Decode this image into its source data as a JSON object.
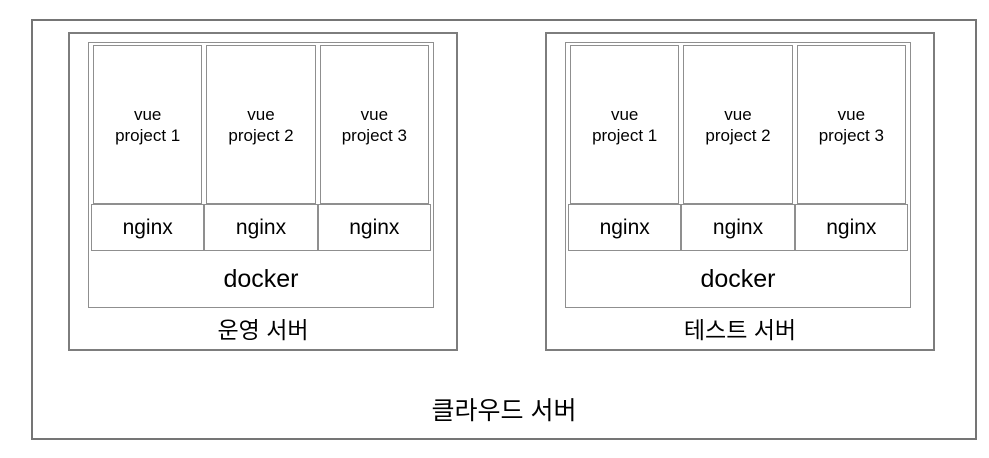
{
  "cloud": {
    "label": "클라우드 서버",
    "servers": [
      {
        "label": "운영 서버",
        "docker": {
          "label": "docker",
          "stacks": [
            {
              "app_line1": "vue",
              "app_line2": "project 1",
              "web": "nginx"
            },
            {
              "app_line1": "vue",
              "app_line2": "project 2",
              "web": "nginx"
            },
            {
              "app_line1": "vue",
              "app_line2": "project 3",
              "web": "nginx"
            }
          ]
        }
      },
      {
        "label": "테스트 서버",
        "docker": {
          "label": "docker",
          "stacks": [
            {
              "app_line1": "vue",
              "app_line2": "project 1",
              "web": "nginx"
            },
            {
              "app_line1": "vue",
              "app_line2": "project 2",
              "web": "nginx"
            },
            {
              "app_line1": "vue",
              "app_line2": "project 3",
              "web": "nginx"
            }
          ]
        }
      }
    ]
  },
  "colors": {
    "background": "#ffffff",
    "outer_border": "#757575",
    "server_border": "#7d7d7d",
    "inner_border": "#8f8f8f",
    "text": "#000000"
  }
}
